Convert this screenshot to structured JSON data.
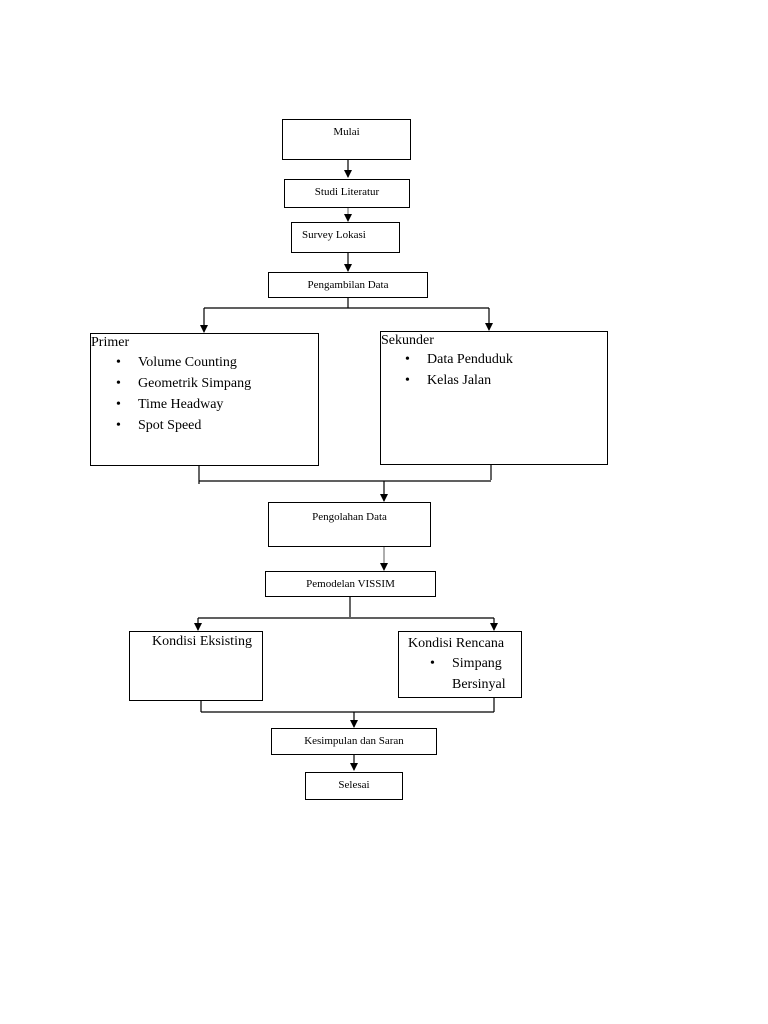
{
  "nodes": {
    "mulai": "Mulai",
    "studi": "Studi Literatur",
    "survey": "Survey Lokasi",
    "pengambilan": "Pengambilan Data",
    "primer": {
      "title": "Primer",
      "items": [
        "Volume Counting",
        "Geometrik Simpang",
        "Time Headway",
        "Spot Speed"
      ]
    },
    "sekunder": {
      "title": "Sekunder",
      "items": [
        "Data Penduduk",
        "Kelas Jalan"
      ]
    },
    "pengolahan": "Pengolahan Data",
    "pemodelan": "Pemodelan VISSIM",
    "eksisting": "Kondisi Eksisting",
    "rencana": {
      "title": "Kondisi Rencana",
      "items": [
        "Simpang Bersinyal"
      ]
    },
    "kesimpulan": "Kesimpulan dan Saran",
    "selesai": "Selesai"
  }
}
